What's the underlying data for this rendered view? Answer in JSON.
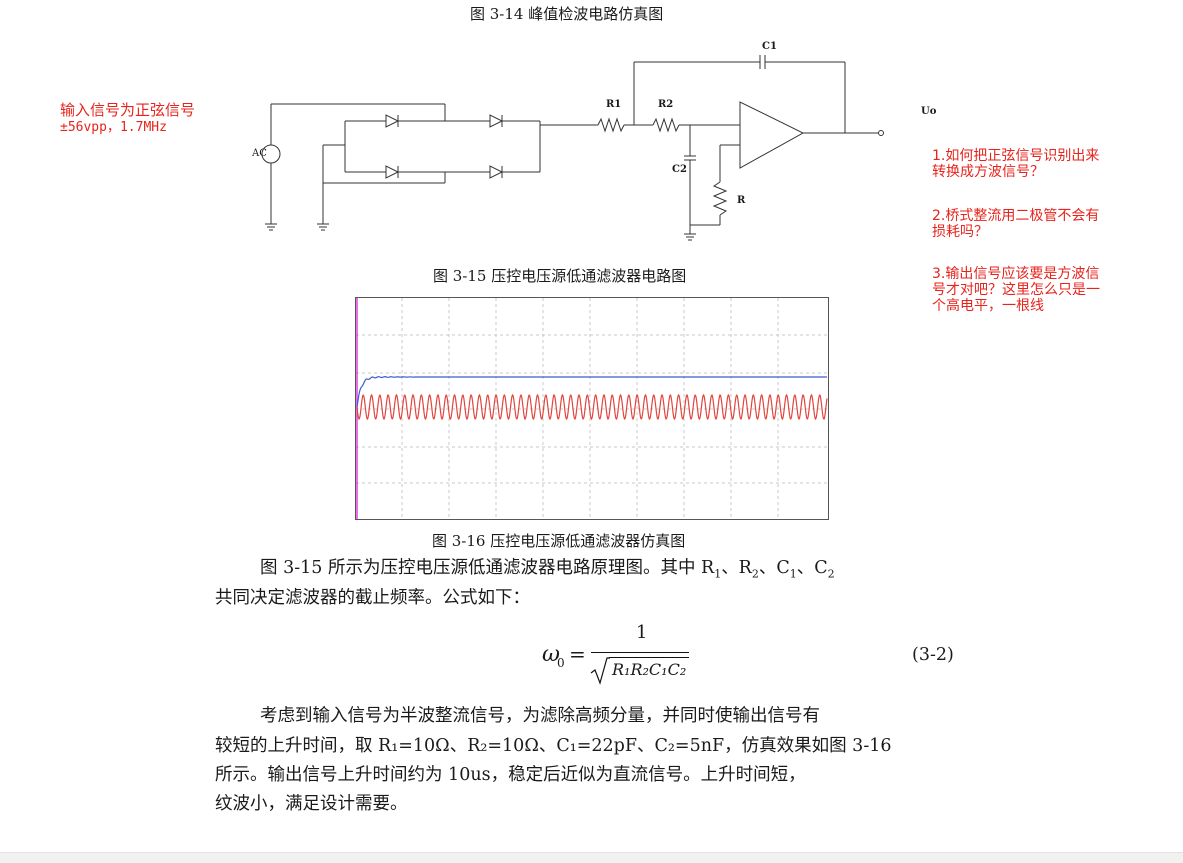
{
  "figures": {
    "fig314_caption": "图 3-14 峰值检波电路仿真图",
    "fig315_caption": "图 3-15 压控电压源低通滤波器电路图",
    "fig316_caption": "图 3-16 压控电压源低通滤波器仿真图"
  },
  "circuit": {
    "labels": {
      "c1": "C1",
      "r1": "R1",
      "r2": "R2",
      "c2": "C2",
      "r": "R",
      "uo": "Uo",
      "ac": "AC"
    }
  },
  "annotations": {
    "input_line1": "输入信号为正弦信号",
    "input_line2": "±56vpp，1.7MHz",
    "q1_line1": "1.如何把正弦信号识别出来",
    "q1_line2": "转换成方波信号？",
    "q2_line1": "2.桥式整流用二极管不会有",
    "q2_line2": "损耗吗？",
    "q3_line1": "3.输出信号应该要是方波信",
    "q3_line2": "号才对吧？这里怎么只是一",
    "q3_line3": "个高电平，一根线"
  },
  "paragraph1": {
    "line1_pre": "图 3-15 所示为压控电压源低通滤波器电路原理图。其中 R",
    "sub1": "1",
    "sep1": "、R",
    "sub2": "2",
    "sep2": "、C",
    "sub3": "1",
    "sep3": "、C",
    "sub4": "2",
    "line2": "共同决定滤波器的截止频率。公式如下："
  },
  "formula": {
    "lhs": "ω",
    "lhs_sub": "0",
    "equals": "=",
    "numerator": "1",
    "denominator": "R₁R₂C₁C₂",
    "number": "(3-2)"
  },
  "paragraph2": {
    "line1": "考虑到输入信号为半波整流信号，为滤除高频分量，并同时使输出信号有",
    "line2": "较短的上升时间，取 R₁=10Ω、R₂=10Ω、C₁=22pF、C₂=5nF，仿真效果如图 3-16",
    "line3": "所示。输出信号上升时间约为 10us，稳定后近似为直流信号。上升时间短，",
    "line4": "纹波小，满足设计需要。"
  },
  "colors": {
    "annotation": "#e8231c",
    "trace_output": "#3b5bd6",
    "trace_input": "#e0463d",
    "cursor": "#e040e0"
  }
}
